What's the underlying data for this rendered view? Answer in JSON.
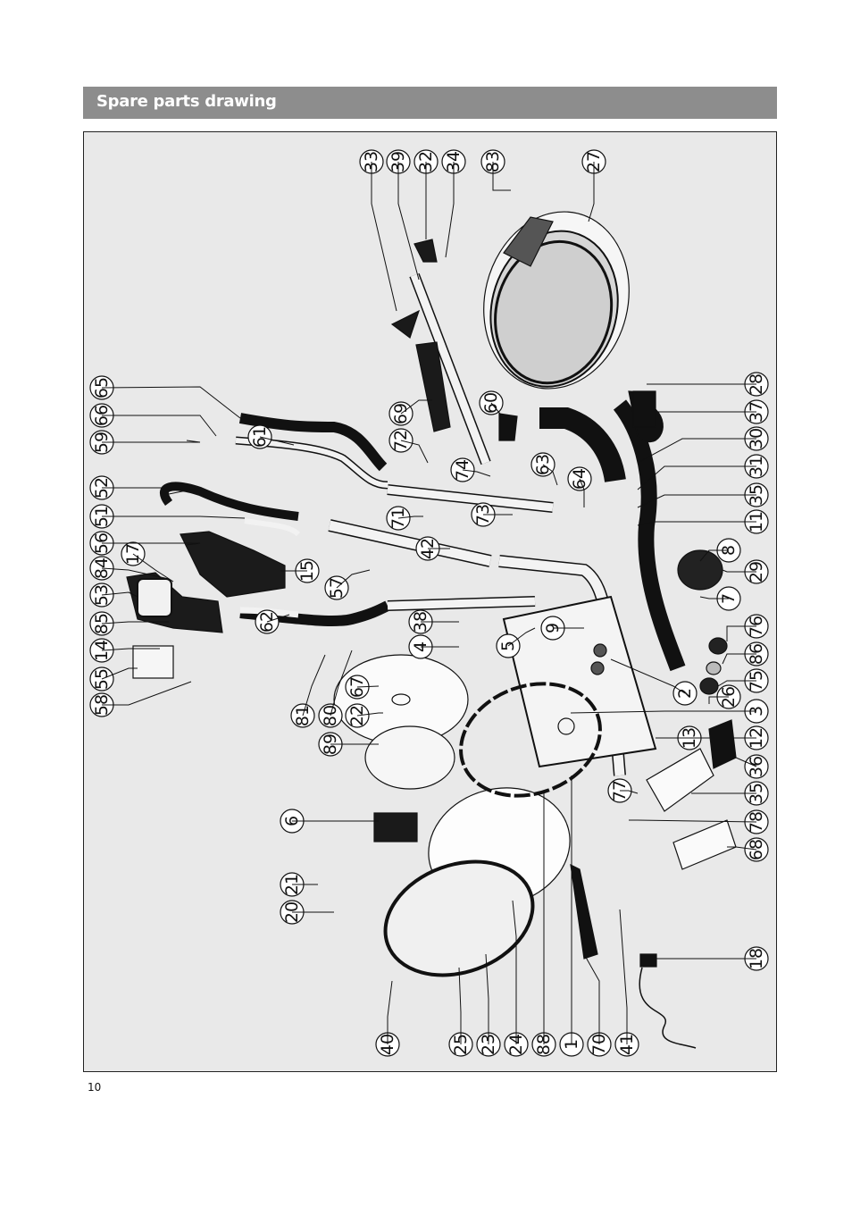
{
  "header": {
    "title": "Spare parts drawing"
  },
  "footer": {
    "page_number": "10"
  },
  "callouts": [
    {
      "id": "c65",
      "label": "65"
    },
    {
      "id": "c66",
      "label": "66"
    },
    {
      "id": "c59",
      "label": "59"
    },
    {
      "id": "c52",
      "label": "52"
    },
    {
      "id": "c51",
      "label": "51"
    },
    {
      "id": "c56",
      "label": "56"
    },
    {
      "id": "c17",
      "label": "17"
    },
    {
      "id": "c84",
      "label": "84"
    },
    {
      "id": "c53",
      "label": "53"
    },
    {
      "id": "c85",
      "label": "85"
    },
    {
      "id": "c14",
      "label": "14"
    },
    {
      "id": "c55",
      "label": "55"
    },
    {
      "id": "c58",
      "label": "58"
    },
    {
      "id": "c61",
      "label": "61"
    },
    {
      "id": "c15",
      "label": "15"
    },
    {
      "id": "c57",
      "label": "57"
    },
    {
      "id": "c62",
      "label": "62"
    },
    {
      "id": "c81",
      "label": "81"
    },
    {
      "id": "c80",
      "label": "80"
    },
    {
      "id": "c22",
      "label": "22"
    },
    {
      "id": "c67",
      "label": "67"
    },
    {
      "id": "c89",
      "label": "89"
    },
    {
      "id": "c6",
      "label": "6"
    },
    {
      "id": "c21",
      "label": "21"
    },
    {
      "id": "c20",
      "label": "20"
    },
    {
      "id": "c40",
      "label": "40"
    },
    {
      "id": "c25",
      "label": "25"
    },
    {
      "id": "c23",
      "label": "23"
    },
    {
      "id": "c24",
      "label": "24"
    },
    {
      "id": "c88",
      "label": "88"
    },
    {
      "id": "c1",
      "label": "1"
    },
    {
      "id": "c70",
      "label": "70"
    },
    {
      "id": "c41",
      "label": "41"
    },
    {
      "id": "c33",
      "label": "33"
    },
    {
      "id": "c39",
      "label": "39"
    },
    {
      "id": "c32",
      "label": "32"
    },
    {
      "id": "c34",
      "label": "34"
    },
    {
      "id": "c83",
      "label": "83"
    },
    {
      "id": "c27",
      "label": "27"
    },
    {
      "id": "c69",
      "label": "69"
    },
    {
      "id": "c72",
      "label": "72"
    },
    {
      "id": "c60",
      "label": "60"
    },
    {
      "id": "c74",
      "label": "74"
    },
    {
      "id": "c63",
      "label": "63"
    },
    {
      "id": "c64",
      "label": "64"
    },
    {
      "id": "c71",
      "label": "71"
    },
    {
      "id": "c73",
      "label": "73"
    },
    {
      "id": "c42",
      "label": "42"
    },
    {
      "id": "c38",
      "label": "38"
    },
    {
      "id": "c4",
      "label": "4"
    },
    {
      "id": "c5",
      "label": "5"
    },
    {
      "id": "c9",
      "label": "9"
    },
    {
      "id": "c28",
      "label": "28"
    },
    {
      "id": "c37",
      "label": "37"
    },
    {
      "id": "c30",
      "label": "30"
    },
    {
      "id": "c31",
      "label": "31"
    },
    {
      "id": "c35a",
      "label": "35"
    },
    {
      "id": "c11",
      "label": "11"
    },
    {
      "id": "c8",
      "label": "8"
    },
    {
      "id": "c29",
      "label": "29"
    },
    {
      "id": "c7",
      "label": "7"
    },
    {
      "id": "c76",
      "label": "76"
    },
    {
      "id": "c86",
      "label": "86"
    },
    {
      "id": "c75",
      "label": "75"
    },
    {
      "id": "c2",
      "label": "2"
    },
    {
      "id": "c26",
      "label": "26"
    },
    {
      "id": "c3",
      "label": "3"
    },
    {
      "id": "c12",
      "label": "12"
    },
    {
      "id": "c13",
      "label": "13"
    },
    {
      "id": "c36",
      "label": "36"
    },
    {
      "id": "c35b",
      "label": "35"
    },
    {
      "id": "c77",
      "label": "77"
    },
    {
      "id": "c78",
      "label": "78"
    },
    {
      "id": "c68",
      "label": "68"
    },
    {
      "id": "c18",
      "label": "18"
    }
  ]
}
